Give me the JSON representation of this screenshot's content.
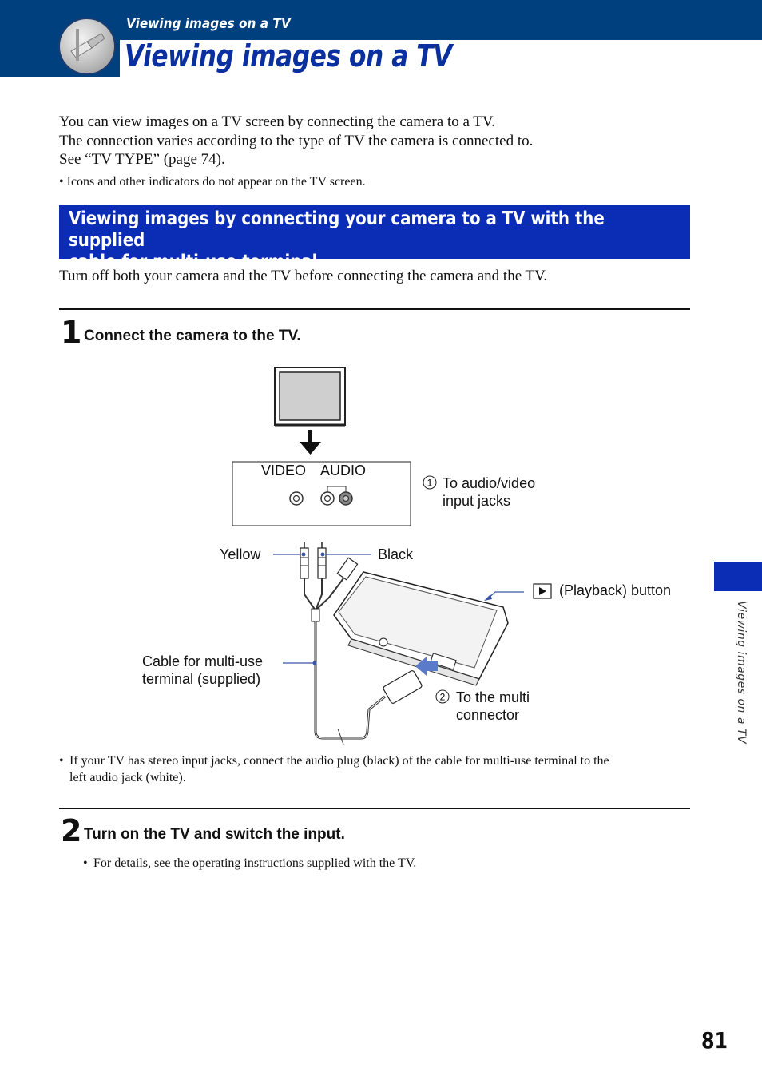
{
  "header": {
    "breadcrumb": "Viewing images on a TV",
    "title": "Viewing images on a TV"
  },
  "intro": {
    "line1": "You can view images on a TV screen by connecting the camera to a TV.",
    "line2": "The connection varies according to the type of TV the camera is connected to.",
    "line3": "See “TV TYPE” (page 74).",
    "note": "Icons and other indicators do not appear on the TV screen."
  },
  "section": {
    "heading_line1": "Viewing images by connecting your camera to a TV with the supplied",
    "heading_line2": "cable for multi-use terminal",
    "instruction": "Turn off both your camera and the TV before connecting the camera and the TV."
  },
  "step1": {
    "number": "1",
    "label": "Connect the camera to the TV.",
    "note_line1": "If your TV has stereo input jacks, connect the audio plug (black) of the cable for multi-use terminal to the",
    "note_line2": "left audio jack (white)."
  },
  "diagram": {
    "video": "VIDEO",
    "audio": "AUDIO",
    "callout1_num": "1",
    "callout1_line1": "To audio/video",
    "callout1_line2": "input jacks",
    "yellow": "Yellow",
    "black": "Black",
    "playback": "(Playback) button",
    "cable_line1": "Cable for multi-use",
    "cable_line2": "terminal (supplied)",
    "callout2_num": "2",
    "callout2_line1": "To the multi",
    "callout2_line2": "connector"
  },
  "step2": {
    "number": "2",
    "label": "Turn on the TV and switch the input.",
    "note": "For details, see the operating instructions supplied with the TV."
  },
  "sidebar": {
    "label": "Viewing images on a TV"
  },
  "page_number": "81",
  "bullet_char": "•"
}
